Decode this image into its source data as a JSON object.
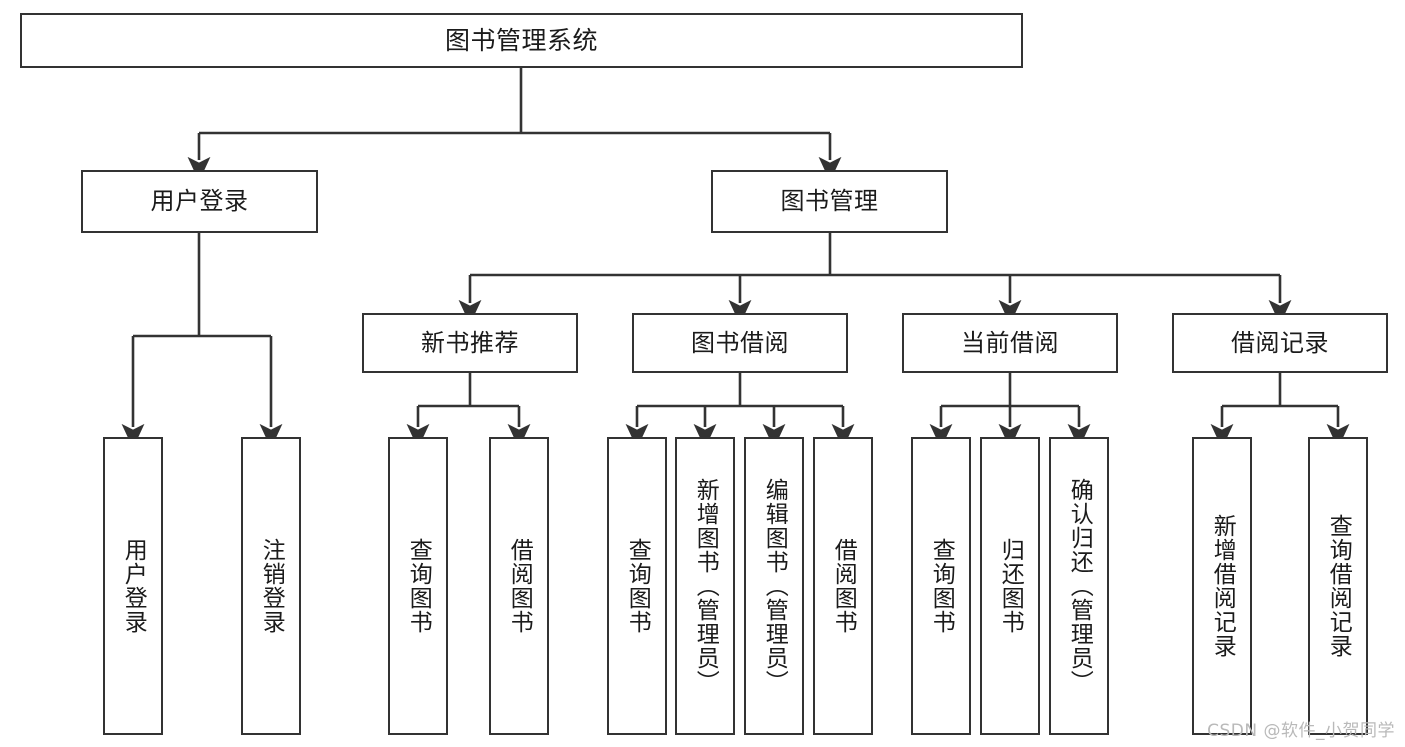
{
  "diagram": {
    "title": "图书管理系统",
    "watermark": "CSDN @软件_小贺同学",
    "colors": {
      "stroke": "#333333",
      "box_fill": "#ffffff",
      "text": "#1b1b1b",
      "watermark": "#b9b9b9",
      "background": "#ffffff"
    },
    "root": {
      "label": "图书管理系统"
    },
    "level2": [
      {
        "label": "用户登录"
      },
      {
        "label": "图书管理"
      }
    ],
    "level3": [
      {
        "label": "新书推荐"
      },
      {
        "label": "图书借阅"
      },
      {
        "label": "当前借阅"
      },
      {
        "label": "借阅记录"
      }
    ],
    "leaves": {
      "user_login": [
        {
          "label": "用户登录"
        },
        {
          "label": "注销登录"
        }
      ],
      "new_book_recommend": [
        {
          "label": "查询图书"
        },
        {
          "label": "借阅图书"
        }
      ],
      "book_borrow": [
        {
          "label": "查询图书"
        },
        {
          "label": "新增图书（管理员）"
        },
        {
          "label": "编辑图书（管理员）"
        },
        {
          "label": "借阅图书"
        }
      ],
      "current_borrow": [
        {
          "label": "查询图书"
        },
        {
          "label": "归还图书"
        },
        {
          "label": "确认归还（管理员）"
        }
      ],
      "borrow_record": [
        {
          "label": "新增借阅记录"
        },
        {
          "label": "查询借阅记录"
        }
      ]
    }
  }
}
